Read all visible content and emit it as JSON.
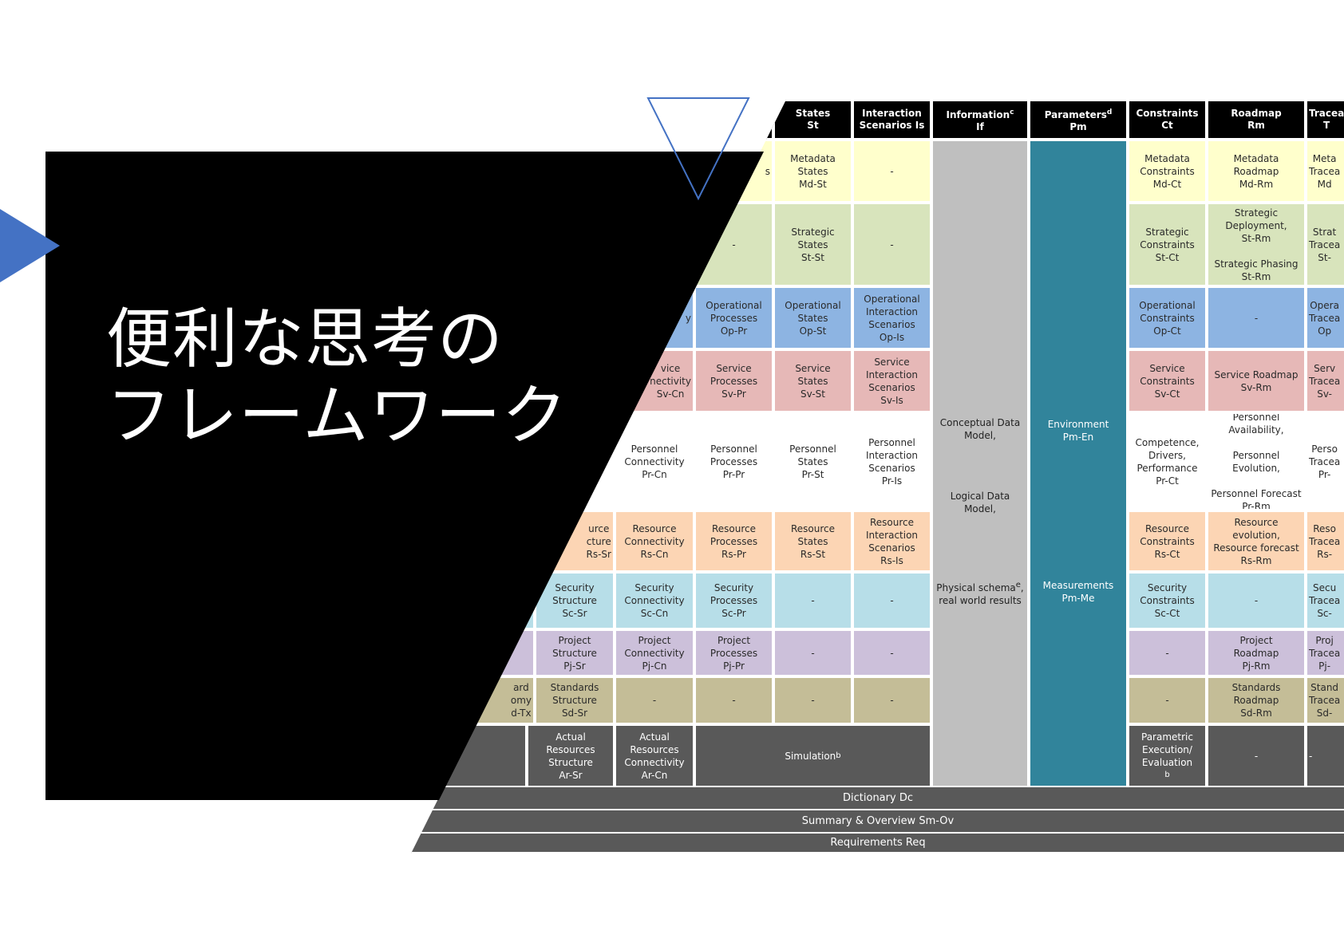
{
  "slide": {
    "title_line1": "便利な思考の",
    "title_line2": "フレームワーク"
  },
  "colors": {
    "accent_blue": "#4472c4",
    "black_panel": "#000000",
    "header": "#000000",
    "metadata_row": "#ffffcc",
    "strategic_row": "#d8e4bc",
    "operational_row": "#8db4e2",
    "service_row": "#e6b8b7",
    "personnel_row": "#ffffff",
    "resource_row": "#fcd5b4",
    "security_row": "#b7dee8",
    "project_row": "#ccc0da",
    "standards_row": "#c4bd97",
    "actual_row": "#595959",
    "information_col": "#bfbfbf",
    "parameters_col": "#31849b"
  },
  "framework": {
    "headers": {
      "col_a": "",
      "col_b": "",
      "col_c": "",
      "states": "States\nSt",
      "interaction": "Interaction\nScenarios Is",
      "information": "Information",
      "information_sup": "c",
      "information_code": "If",
      "parameters": "Parameters",
      "parameters_sup": "d",
      "parameters_code": "Pm",
      "constraints": "Constraints\nCt",
      "roadmap": "Roadmap\nRm",
      "trace": "Tracea\nT"
    },
    "rows": {
      "metadata": {
        "a": "",
        "b": "",
        "c": "s",
        "states": "Metadata\nStates\nMd-St",
        "interaction": "-",
        "constraints": "Metadata\nConstraints\nMd-Ct",
        "roadmap": "Metadata\nRoadmap\nMd-Rm",
        "trace": "Meta\nTracea\nMd"
      },
      "strategic": {
        "a": "",
        "b": "",
        "c": "-",
        "states": "Strategic States\nSt-St",
        "interaction": "-",
        "constraints": "Strategic\nConstraints\nSt-Ct",
        "roadmap": "Strategic\nDeployment,\nSt-Rm\n\nStrategic Phasing\nSt-Rm",
        "trace": "Strat\nTracea\nSt-"
      },
      "operational": {
        "a": "",
        "b": "y",
        "c": "Operational\nProcesses\nOp-Pr",
        "states": "Operational\nStates\nOp-St",
        "interaction": "Operational\nInteraction\nScenarios\nOp-Is",
        "constraints": "Operational\nConstraints\nOp-Ct",
        "roadmap": "-",
        "trace": "Opera\nTracea\nOp"
      },
      "service": {
        "a": "",
        "b": "vice\nnectivity\nSv-Cn",
        "c": "Service\nProcesses\nSv-Pr",
        "states": "Service\nStates\nSv-St",
        "interaction": "Service\nInteraction\nScenarios\nSv-Is",
        "constraints": "Service\nConstraints\nSv-Ct",
        "roadmap": "Service Roadmap\nSv-Rm",
        "trace": "Serv\nTracea\nSv-"
      },
      "personnel": {
        "a": "",
        "b": "Personnel\nConnectivity\nPr-Cn",
        "c": "Personnel\nProcesses\nPr-Pr",
        "states": "Personnel\nStates\nPr-St",
        "interaction": "Personnel\nInteraction\nScenarios\nPr-Is",
        "constraints": "Competence,\nDrivers,\nPerformance\nPr-Ct",
        "roadmap": "Personnel\nAvailability,\n\nPersonnel Evolution,\n\nPersonnel Forecast\nPr-Rm",
        "trace": "Perso\nTracea\nPr-"
      },
      "resource": {
        "a": "urce\ncture\nRs-Sr",
        "b": "Resource\nConnectivity\nRs-Cn",
        "c": "Resource\nProcesses\nRs-Pr",
        "states": "Resource\nStates\nRs-St",
        "interaction": "Resource\nInteraction\nScenarios\nRs-Is",
        "constraints": "Resource\nConstraints\nRs-Ct",
        "roadmap": "Resource evolution,\nResource forecast\nRs-Rm",
        "trace": "Reso\nTracea\nRs-"
      },
      "security": {
        "a": "Security\nStructure\nSc-Sr",
        "b": "Security\nConnectivity\nSc-Cn",
        "c": "Security\nProcesses\nSc-Pr",
        "states": "-",
        "interaction": "-",
        "constraints": "Security\nConstraints\nSc-Ct",
        "roadmap": "-",
        "trace": "Secu\nTracea\nSc-"
      },
      "project": {
        "a": "Project\nStructure\nPj-Sr",
        "b": "Project\nConnectivity\nPj-Cn",
        "c": "Project\nProcesses\nPj-Pr",
        "states": "-",
        "interaction": "-",
        "constraints": "-",
        "roadmap": "Project\nRoadmap\nPj-Rm",
        "trace": "Proj\nTracea\nPj-"
      },
      "standards": {
        "taxonomy": "ard\nomy\nd-Tx",
        "a": "Standards\nStructure\nSd-Sr",
        "b": "-",
        "c": "-",
        "states": "-",
        "interaction": "-",
        "constraints": "-",
        "roadmap": "Standards\nRoadmap\nSd-Rm",
        "trace": "Stand\nTracea\nSd-"
      },
      "actual": {
        "a": "Actual Resources\nStructure\nAr-Sr",
        "b": "Actual\nResources\nConnectivity\nAr-Cn",
        "simulation": "Simulation",
        "simulation_sup": "b",
        "constraints": "Parametric\nExecution/\nEvaluation",
        "constraints_sup": "b",
        "roadmap": "-",
        "trace": "-"
      }
    },
    "information_col": {
      "conceptual": "Conceptual Data\nModel,",
      "logical": "Logical Data Model,",
      "physical": "Physical schema",
      "physical_sup": "e",
      "physical_tail": ",\nreal world results"
    },
    "parameters_col": {
      "environment": "Environment\nPm-En",
      "measurements": "Measurements\nPm-Me"
    },
    "bars": {
      "dictionary": "Dictionary Dc",
      "summary": "Summary & Overview Sm-Ov",
      "requirements": "Requirements Req"
    }
  }
}
